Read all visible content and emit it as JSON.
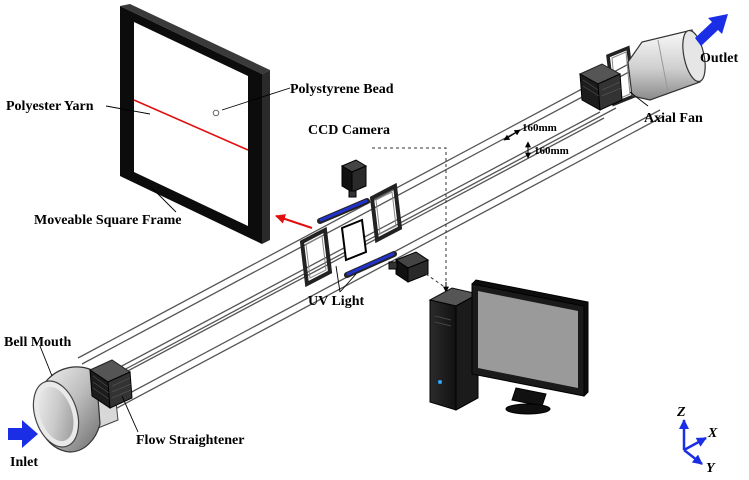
{
  "labels": {
    "polyester_yarn": "Polyester Yarn",
    "polystyrene_bead": "Polystyrene Bead",
    "ccd_camera": "CCD Camera",
    "moveable_square_frame": "Moveable Square Frame",
    "uv_light": "UV Light",
    "bell_mouth": "Bell Mouth",
    "inlet": "Inlet",
    "flow_straightener": "Flow Straightener",
    "outlet": "Outlet",
    "axial_fan": "Axial Fan",
    "dim_width": "160mm",
    "dim_height": "160mm"
  },
  "axes": {
    "z": "Z",
    "x": "X",
    "y": "Y"
  },
  "colors": {
    "flow_arrow": "#1a2ee6",
    "axis_arrow": "#1a2ee6",
    "yarn": "#e01010",
    "frame": "#111111",
    "uv_tube": "#2233cc",
    "monitor_screen": "#9a9a9a",
    "pointer_arrow": "#e01010"
  }
}
